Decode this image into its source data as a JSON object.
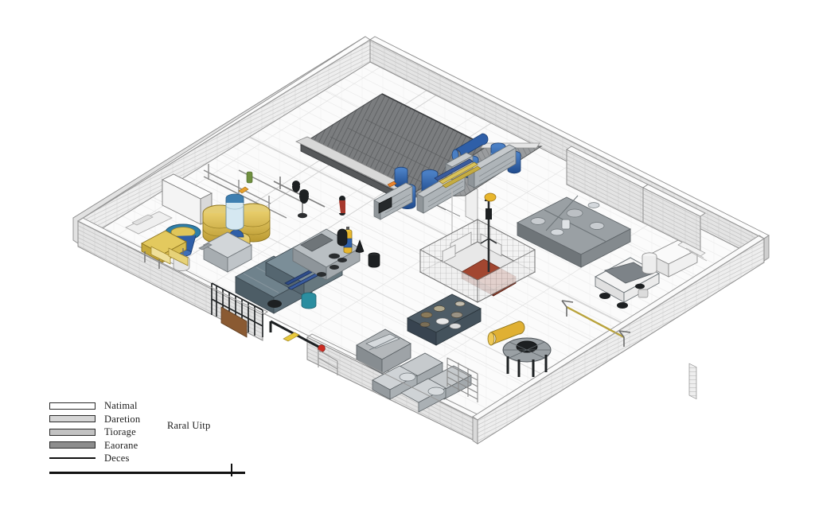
{
  "figure": {
    "title": "Isometric cutaway plan of a walled industrial storage compound",
    "background_color": "#ffffff",
    "ink_color": "#1b1b1b"
  },
  "legend": {
    "note": "Raral Uitp",
    "items": [
      {
        "label": "Natimal",
        "swatch": "#ffffff",
        "type": "swatch"
      },
      {
        "label": "Daretion",
        "swatch": "#d6d6d6",
        "type": "swatch"
      },
      {
        "label": "Tiorage",
        "swatch": "#c2c2c2",
        "type": "swatch"
      },
      {
        "label": "Eaorane",
        "swatch": "#8d8d8d",
        "type": "swatch"
      },
      {
        "label": "Deces",
        "swatch": "#111111",
        "type": "line"
      }
    ]
  },
  "scalebar": {
    "label": "",
    "tick_position_pct": 93
  },
  "palette": {
    "wall_face_light": "#f2f2f2",
    "wall_face_mid": "#e4e4e4",
    "wall_face_dark": "#d2d2d2",
    "wall_cap": "#fbfbfb",
    "floor": "#fafafa",
    "floor_line": "#d8d8d8",
    "roof_dark": "#6f7173",
    "roof_mid": "#8b8d8f",
    "barrel_gold": "#d9b84a",
    "barrel_gold_dark": "#b4952f",
    "tank_blue": "#2f5fa8",
    "tank_blue_light": "#7fb2d6",
    "crate_blue_gray": "#5c6f7a",
    "machine_gray": "#9aa0a4",
    "pit_red": "#8a3220",
    "accent_yellow": "#e8b62c",
    "accent_red": "#cc2b22",
    "dark_object": "#26292b"
  },
  "zones": [
    {
      "name": "north-bay-roofed-shed",
      "description": "dark corrugated roof structure, upper centre"
    },
    {
      "name": "west-yard-drums",
      "description": "gold drums, blue tanks, mixers and carts"
    },
    {
      "name": "south-yard-machinery",
      "description": "grey machine skids and pipe racks"
    },
    {
      "name": "east-yard-caged-pit",
      "description": "caged enclosure with red pit and hoist mast"
    },
    {
      "name": "east-yard-vehicle",
      "description": "white service vehicle and crates"
    }
  ]
}
